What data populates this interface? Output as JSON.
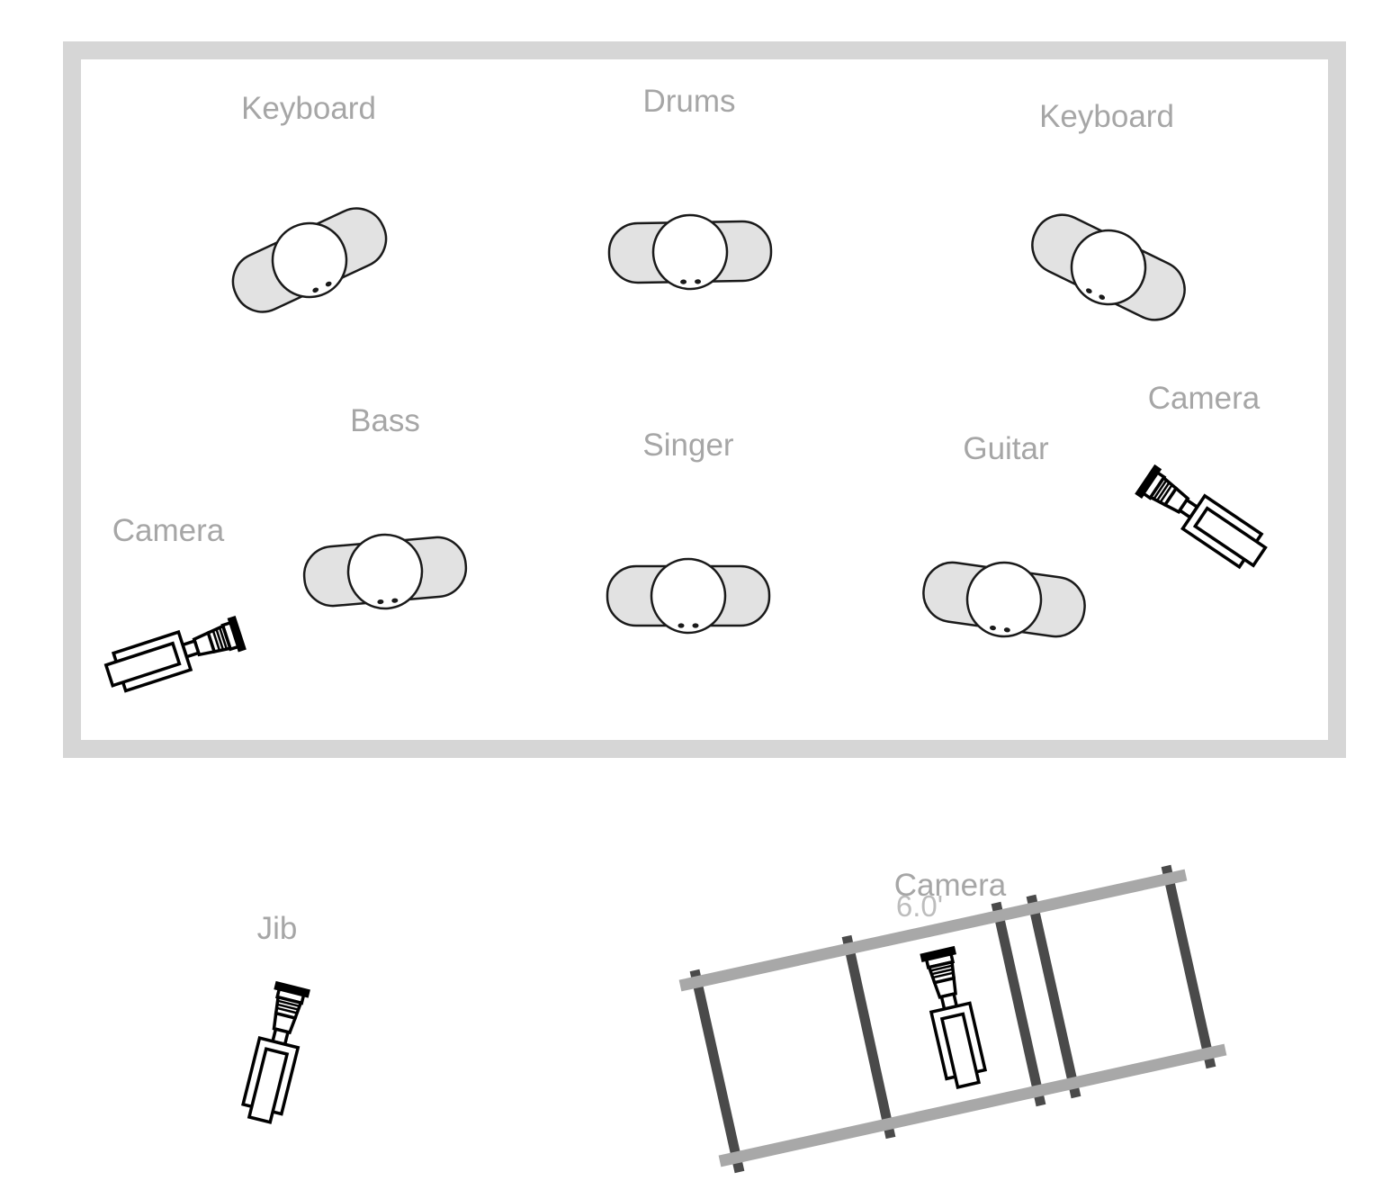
{
  "performers": [
    {
      "id": "keyboard-left",
      "label": "Keyboard"
    },
    {
      "id": "drums",
      "label": "Drums"
    },
    {
      "id": "keyboard-right",
      "label": "Keyboard"
    },
    {
      "id": "bass",
      "label": "Bass"
    },
    {
      "id": "singer",
      "label": "Singer"
    },
    {
      "id": "guitar",
      "label": "Guitar"
    }
  ],
  "cameras": [
    {
      "id": "camera-left",
      "label": "Camera"
    },
    {
      "id": "camera-right",
      "label": "Camera"
    },
    {
      "id": "jib",
      "label": "Jib"
    },
    {
      "id": "dolly-camera",
      "label": "Camera"
    }
  ],
  "dolly_track": {
    "length_label": "6.0'"
  },
  "colors": {
    "stage_border": "#d6d6d6",
    "label": "#a6a6a6",
    "person_shoulders": "#e2e2e2",
    "outline": "#1a1a1a",
    "rail": "#a8a8a8",
    "tie": "#4a4a4a"
  }
}
